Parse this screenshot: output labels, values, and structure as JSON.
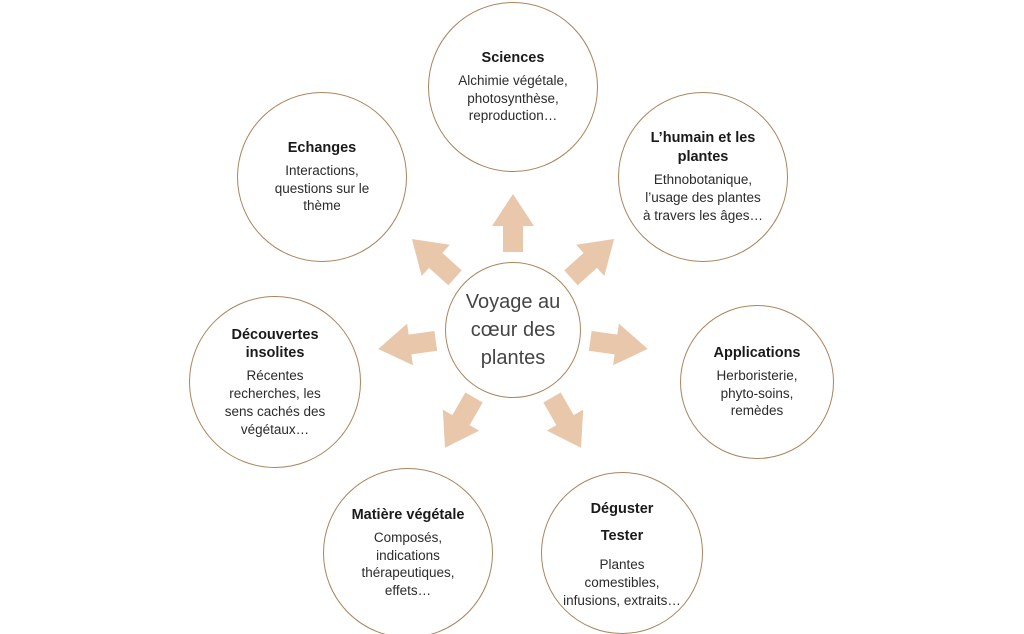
{
  "diagram": {
    "center": {
      "text": "Voyage au\ncœur des\nplantes"
    },
    "nodes": {
      "sciences": {
        "title": "Sciences",
        "body": "Alchimie végétale,\nphotosynthèse,\nreproduction…"
      },
      "humain": {
        "title": "L’humain et les\nplantes",
        "body": "Ethnobotanique,\nl’usage des plantes\nà travers les âges…"
      },
      "applications": {
        "title": "Applications",
        "body": "Herboristerie,\nphyto-soins,\nremèdes"
      },
      "deguster": {
        "title": "Déguster\nTester",
        "body": "Plantes\ncomestibles,\ninfusions, extraits…"
      },
      "matiere": {
        "title": "Matière végétale",
        "body": "Composés,\nindications\nthérapeutiques,\neffets…"
      },
      "decouvertes": {
        "title": "Découvertes\ninsolites",
        "body": "Récentes\nrecherches, les\nsens cachés des\nvégétaux…"
      },
      "echanges": {
        "title": "Echanges",
        "body": "Interactions,\nquestions sur le\nthème"
      }
    }
  },
  "colors": {
    "circle_border": "#a9855d",
    "arrow_fill": "#e8c7ab",
    "title_color": "#1a1a1a",
    "body_color": "#2b2b2b",
    "center_text_color": "#454545"
  }
}
